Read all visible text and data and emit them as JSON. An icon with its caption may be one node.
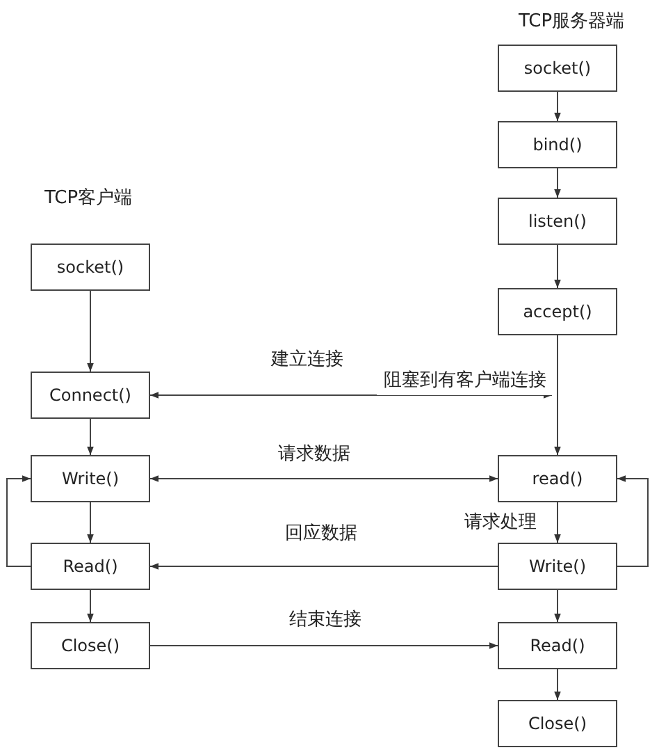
{
  "diagram": {
    "nodes": [
      {
        "text": [
          "socket()"
        ]
      },
      {
        "text": [
          "Connect()"
        ]
      },
      {
        "text": [
          "Write()"
        ]
      },
      {
        "text": [
          "Read()"
        ]
      },
      {
        "text": [
          "Close()"
        ]
      },
      {
        "text": [
          "socket()"
        ]
      },
      {
        "text": [
          "bind()"
        ]
      },
      {
        "text": [
          "listen()"
        ]
      },
      {
        "text": [
          "accept()"
        ]
      },
      {
        "text": [
          "read()"
        ]
      },
      {
        "text": [
          "Write()"
        ]
      },
      {
        "text": [
          "Read()"
        ]
      },
      {
        "text": [
          "Close()"
        ]
      },
      {
        "text": [
          "阻塞到有客户端连接"
        ]
      }
    ],
    "edges": [
      {
        "from": 0,
        "to": 1,
        "arrow": "to"
      },
      {
        "from": 1,
        "to": 2,
        "arrow": "to"
      },
      {
        "from": 2,
        "to": 3,
        "arrow": "to"
      },
      {
        "from": 3,
        "to": 2,
        "arrow": "to"
      },
      {
        "from": 3,
        "to": 4,
        "arrow": "to"
      },
      {
        "from": 5,
        "to": 6,
        "arrow": "to"
      },
      {
        "from": 6,
        "to": 7,
        "arrow": "to"
      },
      {
        "from": 7,
        "to": 8,
        "arrow": "to"
      },
      {
        "from": 8,
        "to": 9,
        "arrow": "to"
      },
      {
        "from": 9,
        "to": 10,
        "arrow": "to",
        "label": "请求处理"
      },
      {
        "from": 10,
        "to": 9,
        "arrow": "to"
      },
      {
        "from": 10,
        "to": 11,
        "arrow": "to"
      },
      {
        "from": 11,
        "to": 12,
        "arrow": "to"
      },
      {
        "from": 1,
        "to": 13,
        "arrow": "both",
        "label": "建立连接"
      },
      {
        "from": 2,
        "to": 9,
        "arrow": "both",
        "label": "请求数据"
      },
      {
        "from": 10,
        "to": 3,
        "arrow": "to",
        "label": "回应数据"
      },
      {
        "from": 4,
        "to": 11,
        "arrow": "to",
        "label": "结束连接"
      }
    ],
    "labels": [
      "TCP服务器端",
      "TCP客户端"
    ]
  }
}
